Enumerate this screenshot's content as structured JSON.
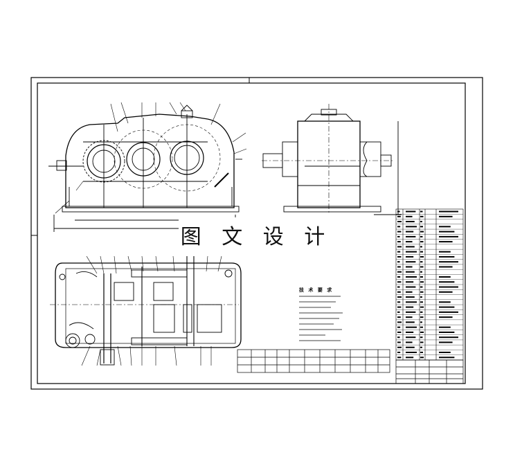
{
  "drawing": {
    "watermark_text": "图 文 设 计",
    "technical_requirements_title": "技 术 要 求",
    "colors": {
      "line": "#000000",
      "background": "#ffffff",
      "watermark_background": "#ffffff"
    }
  },
  "views": [
    {
      "name": "front-view",
      "description_icon": "gearbox-front-elevation"
    },
    {
      "name": "side-view",
      "description_icon": "gearbox-side-elevation"
    },
    {
      "name": "top-section-view",
      "description_icon": "gearbox-plan-section"
    }
  ]
}
